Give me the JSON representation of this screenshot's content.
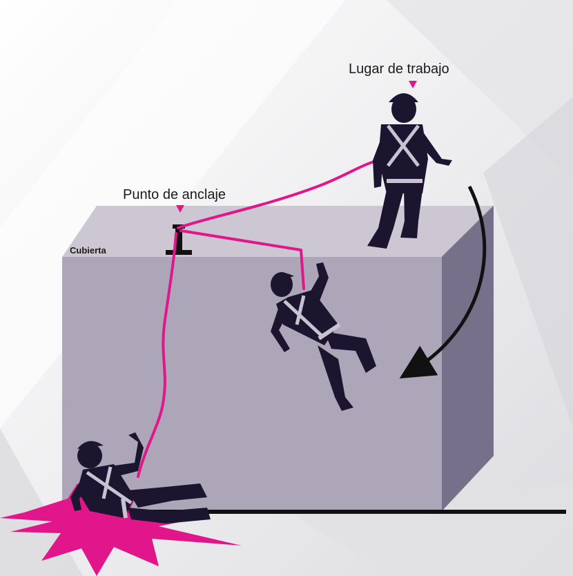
{
  "labels": {
    "workplace": "Lugar de trabajo",
    "anchor_point": "Punto de anclaje",
    "roof": "Cubierta"
  },
  "colors": {
    "lanyard": "#e0168a",
    "silhouette": "#1c1530",
    "harness": "#c8c2d3",
    "box_front": "#ada6b8",
    "box_top": "#ccc7d3",
    "box_side": "#77708a",
    "marker": "#e0168a",
    "impact": "#e0168a",
    "ground": "#111111",
    "arrow": "#111111"
  },
  "icons": [
    "anchor-bracket-icon",
    "pointer-triangle-icon",
    "fall-arrow-icon",
    "impact-burst-icon"
  ]
}
